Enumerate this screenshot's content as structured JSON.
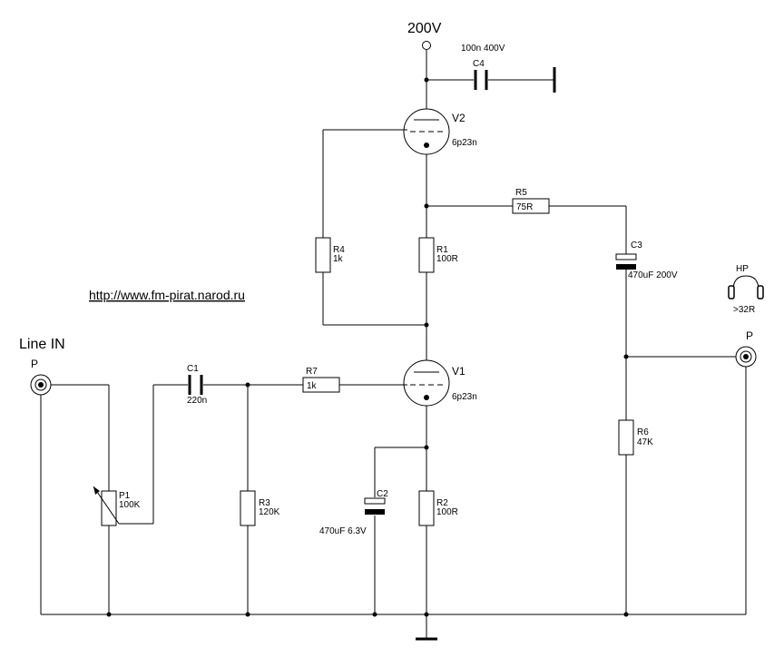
{
  "supply": {
    "label": "200V"
  },
  "url": "http://www.fm-pirat.narod.ru",
  "input": {
    "title": "Line IN",
    "jack": "P"
  },
  "output": {
    "headphone": "HP",
    "impedance": ">32R",
    "jack": "P"
  },
  "tubes": {
    "v1": {
      "ref": "V1",
      "type": "6p23n"
    },
    "v2": {
      "ref": "V2",
      "type": "6p23n"
    }
  },
  "resistors": {
    "r1": {
      "ref": "R1",
      "value": "100R"
    },
    "r2": {
      "ref": "R2",
      "value": "100R"
    },
    "r3": {
      "ref": "R3",
      "value": "120K"
    },
    "r4": {
      "ref": "R4",
      "value": "1k"
    },
    "r5": {
      "ref": "R5",
      "value": "75R"
    },
    "r6": {
      "ref": "R6",
      "value": "47K"
    },
    "r7": {
      "ref": "R7",
      "value": "1k"
    },
    "p1": {
      "ref": "P1",
      "value": "100K"
    }
  },
  "capacitors": {
    "c1": {
      "ref": "C1",
      "value": "220n"
    },
    "c2": {
      "ref": "C2",
      "value": "470uF 6.3V"
    },
    "c3": {
      "ref": "C3",
      "value": "470uF 200V"
    },
    "c4": {
      "ref": "C4",
      "value": "100n 400V"
    }
  }
}
